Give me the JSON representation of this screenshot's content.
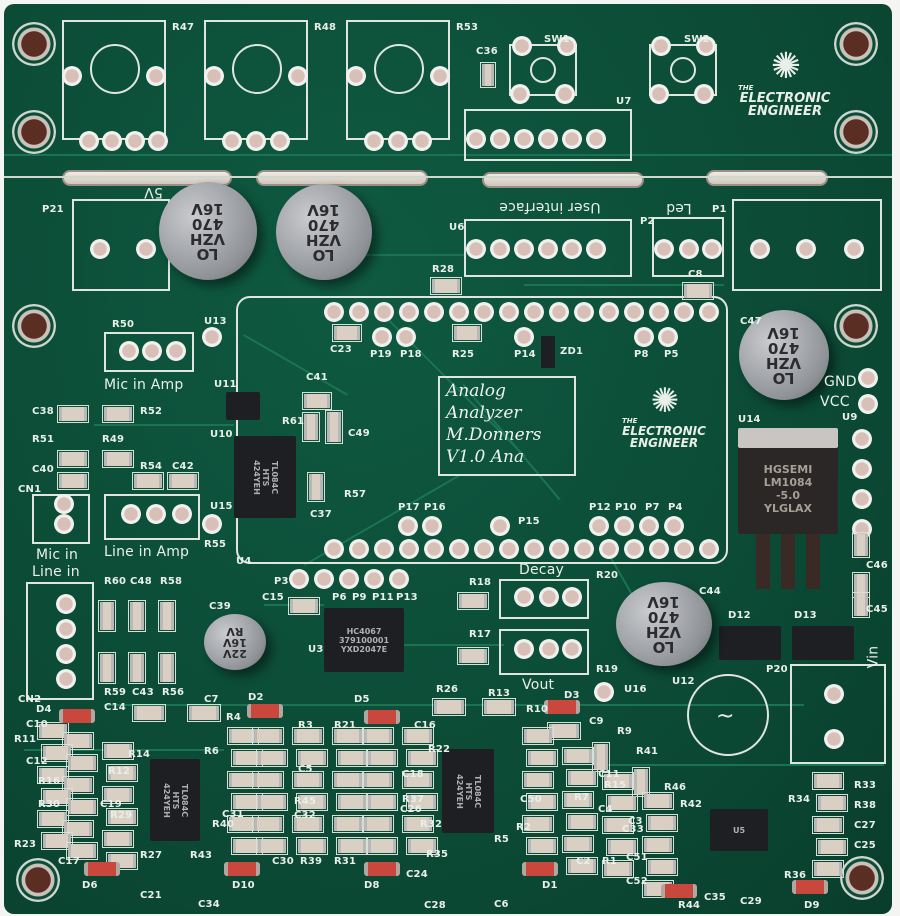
{
  "board": {
    "color": "#0c4d38",
    "title_block": [
      "Analog",
      "Analyzer",
      "M.Donners",
      "V1.0 Ana"
    ],
    "logo": {
      "line1": "THE",
      "line2": "ELECTRONIC",
      "line3": "ENGINEER"
    },
    "section_labels": {
      "user_interface": "User interface",
      "led": "Led",
      "mic_in_amp": "Mic in Amp",
      "mic_in": "Mic in",
      "line_in_amp": "Line in Amp",
      "line_in": "Line in",
      "decay": "Decay",
      "vout": "Vout",
      "vin": "Vin",
      "gnd": "GND",
      "vcc": "VCC",
      "five_v": "5V"
    },
    "capacitors_large": [
      {
        "text": "LO\nVZH\n470\n16V"
      },
      {
        "text": "LO\nVZH\n470\n16V"
      },
      {
        "text": "LO\nVZH\n470\n16V"
      },
      {
        "text": "LO\nVZH\n470\n16V"
      },
      {
        "text": "22V\n16V\nRV"
      }
    ],
    "chips": {
      "u10": "TL084C\nHTS\n424YEH",
      "u3": "HC4067\n379100001\nYXD2047E",
      "u2": "TL084C\nHTS\n424YEH",
      "u4": "TL084C\nHTS\n424YEH",
      "u5": "U5",
      "u14": "HGSEMI\nLM1084\n-5.0\nYLGLAX"
    },
    "refs": [
      "R47",
      "R48",
      "R53",
      "SW1",
      "SW2",
      "C36",
      "U7",
      "P21",
      "U6",
      "P2",
      "P1",
      "R28",
      "C8",
      "R50",
      "U13",
      "C23",
      "P19",
      "P18",
      "R25",
      "P14",
      "ZD1",
      "P8",
      "P5",
      "C47",
      "U14",
      "U9",
      "U11",
      "C41",
      "C38",
      "R52",
      "R61",
      "C49",
      "R51",
      "R49",
      "U10",
      "C40",
      "R54",
      "C42",
      "CN1",
      "R57",
      "C37",
      "U15",
      "R55",
      "P17",
      "P16",
      "P15",
      "P12",
      "P10",
      "P7",
      "P4",
      "U4",
      "P3",
      "P6",
      "P9",
      "P11",
      "P13",
      "C15",
      "R18",
      "R20",
      "C44",
      "R60",
      "C48",
      "R58",
      "C39",
      "U3",
      "R17",
      "D12",
      "D13",
      "C46",
      "C45",
      "P20",
      "U12",
      "R19",
      "U16",
      "R59",
      "C43",
      "R56",
      "CN2",
      "D4",
      "C14",
      "C7",
      "D2",
      "D5",
      "R26",
      "R13",
      "D3",
      "C10",
      "R11",
      "C12",
      "R16",
      "R30",
      "C19",
      "R29",
      "R23",
      "C17",
      "D6",
      "R27",
      "C21",
      "R43",
      "C34",
      "D10",
      "R14",
      "R12",
      "R6",
      "R4",
      "R3",
      "C5",
      "R45",
      "C32",
      "C31",
      "R40",
      "C30",
      "R39",
      "R31",
      "D8",
      "R21",
      "C16",
      "R22",
      "C18",
      "R37",
      "C26",
      "R32",
      "C24",
      "R35",
      "R5",
      "C28",
      "C6",
      "R10",
      "C50",
      "R2",
      "R7",
      "C9",
      "R9",
      "C11",
      "R15",
      "R41",
      "C4",
      "C3",
      "C2",
      "R1",
      "D1",
      "R46",
      "R42",
      "C33",
      "C52",
      "C51",
      "R44",
      "C35",
      "C29",
      "R36",
      "D9",
      "R34",
      "R33",
      "R38",
      "C27",
      "C25"
    ]
  }
}
